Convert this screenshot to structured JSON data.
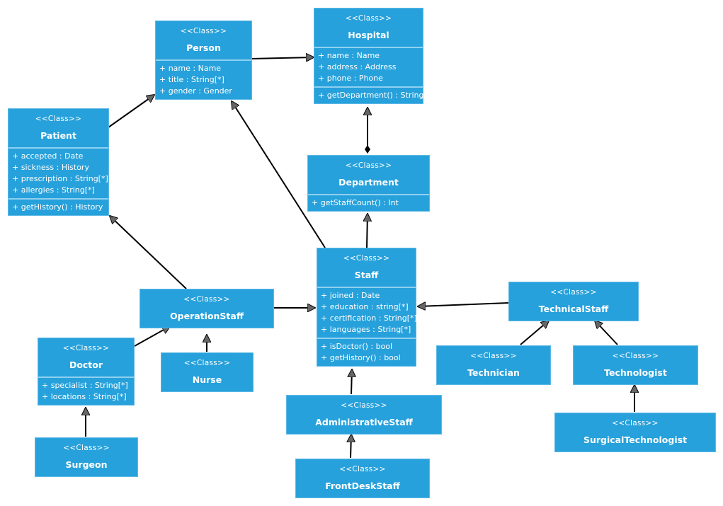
{
  "diagram": {
    "stereotype": "<<Class>>",
    "colors": {
      "box": "#27a1db",
      "separator": "#8fd0f0",
      "text": "#ffffff",
      "arrow_fill": "#666666",
      "line": "#000000"
    },
    "classes": [
      {
        "id": "person",
        "name": "Person",
        "attributes": [
          "+ name : Name",
          "+ title : String[*]",
          "+ gender : Gender"
        ],
        "operations": []
      },
      {
        "id": "hospital",
        "name": "Hospital",
        "attributes": [
          "+ name : Name",
          "+ address : Address",
          "+ phone : Phone"
        ],
        "operations": [
          "+ getDepartment() : String"
        ]
      },
      {
        "id": "patient",
        "name": "Patient",
        "attributes": [
          "+ accepted : Date",
          "+ sickness : History",
          "+ prescription : String[*]",
          "+ allergies : String[*]"
        ],
        "operations": [
          "+ getHistory() : History"
        ]
      },
      {
        "id": "department",
        "name": "Department",
        "attributes": [],
        "operations": [
          "+ getStaffCount() : Int"
        ]
      },
      {
        "id": "staff",
        "name": "Staff",
        "attributes": [
          "+ joined : Date",
          "+ education : string[*]",
          "+ certification : String[*]",
          "+ languages : String[*]"
        ],
        "operations": [
          "+ isDoctor() : bool",
          "+ getHistory() : bool"
        ]
      },
      {
        "id": "operationstaff",
        "name": "OperationStaff",
        "attributes": [],
        "operations": []
      },
      {
        "id": "technicalstaff",
        "name": "TechnicalStaff",
        "attributes": [],
        "operations": []
      },
      {
        "id": "doctor",
        "name": "Doctor",
        "attributes": [
          "+ specialist : String[*]",
          "+ locations : String[*]"
        ],
        "operations": []
      },
      {
        "id": "nurse",
        "name": "Nurse",
        "attributes": [],
        "operations": []
      },
      {
        "id": "technician",
        "name": "Technician",
        "attributes": [],
        "operations": []
      },
      {
        "id": "technologist",
        "name": "Technologist",
        "attributes": [],
        "operations": []
      },
      {
        "id": "administrativestaff",
        "name": "AdministrativeStaff",
        "attributes": [],
        "operations": []
      },
      {
        "id": "surgicaltechnologist",
        "name": "SurgicalTechnologist",
        "attributes": [],
        "operations": []
      },
      {
        "id": "surgeon",
        "name": "Surgeon",
        "attributes": [],
        "operations": []
      },
      {
        "id": "frontdeskstaff",
        "name": "FrontDeskStaff",
        "attributes": [],
        "operations": []
      }
    ],
    "relationships": [
      {
        "from": "person",
        "to": "hospital",
        "type": "association"
      },
      {
        "from": "patient",
        "to": "person",
        "type": "generalization"
      },
      {
        "from": "staff",
        "to": "person",
        "type": "generalization"
      },
      {
        "from": "department",
        "to": "hospital",
        "type": "composition"
      },
      {
        "from": "staff",
        "to": "department",
        "type": "association"
      },
      {
        "from": "operationstaff",
        "to": "patient",
        "type": "association"
      },
      {
        "from": "operationstaff",
        "to": "staff",
        "type": "generalization"
      },
      {
        "from": "technicalstaff",
        "to": "staff",
        "type": "generalization"
      },
      {
        "from": "doctor",
        "to": "operationstaff",
        "type": "generalization"
      },
      {
        "from": "nurse",
        "to": "operationstaff",
        "type": "generalization"
      },
      {
        "from": "surgeon",
        "to": "doctor",
        "type": "generalization"
      },
      {
        "from": "technician",
        "to": "technicalstaff",
        "type": "generalization"
      },
      {
        "from": "technologist",
        "to": "technicalstaff",
        "type": "generalization"
      },
      {
        "from": "surgicaltechnologist",
        "to": "technologist",
        "type": "generalization"
      },
      {
        "from": "administrativestaff",
        "to": "staff",
        "type": "generalization"
      },
      {
        "from": "frontdeskstaff",
        "to": "administrativestaff",
        "type": "generalization"
      }
    ]
  }
}
